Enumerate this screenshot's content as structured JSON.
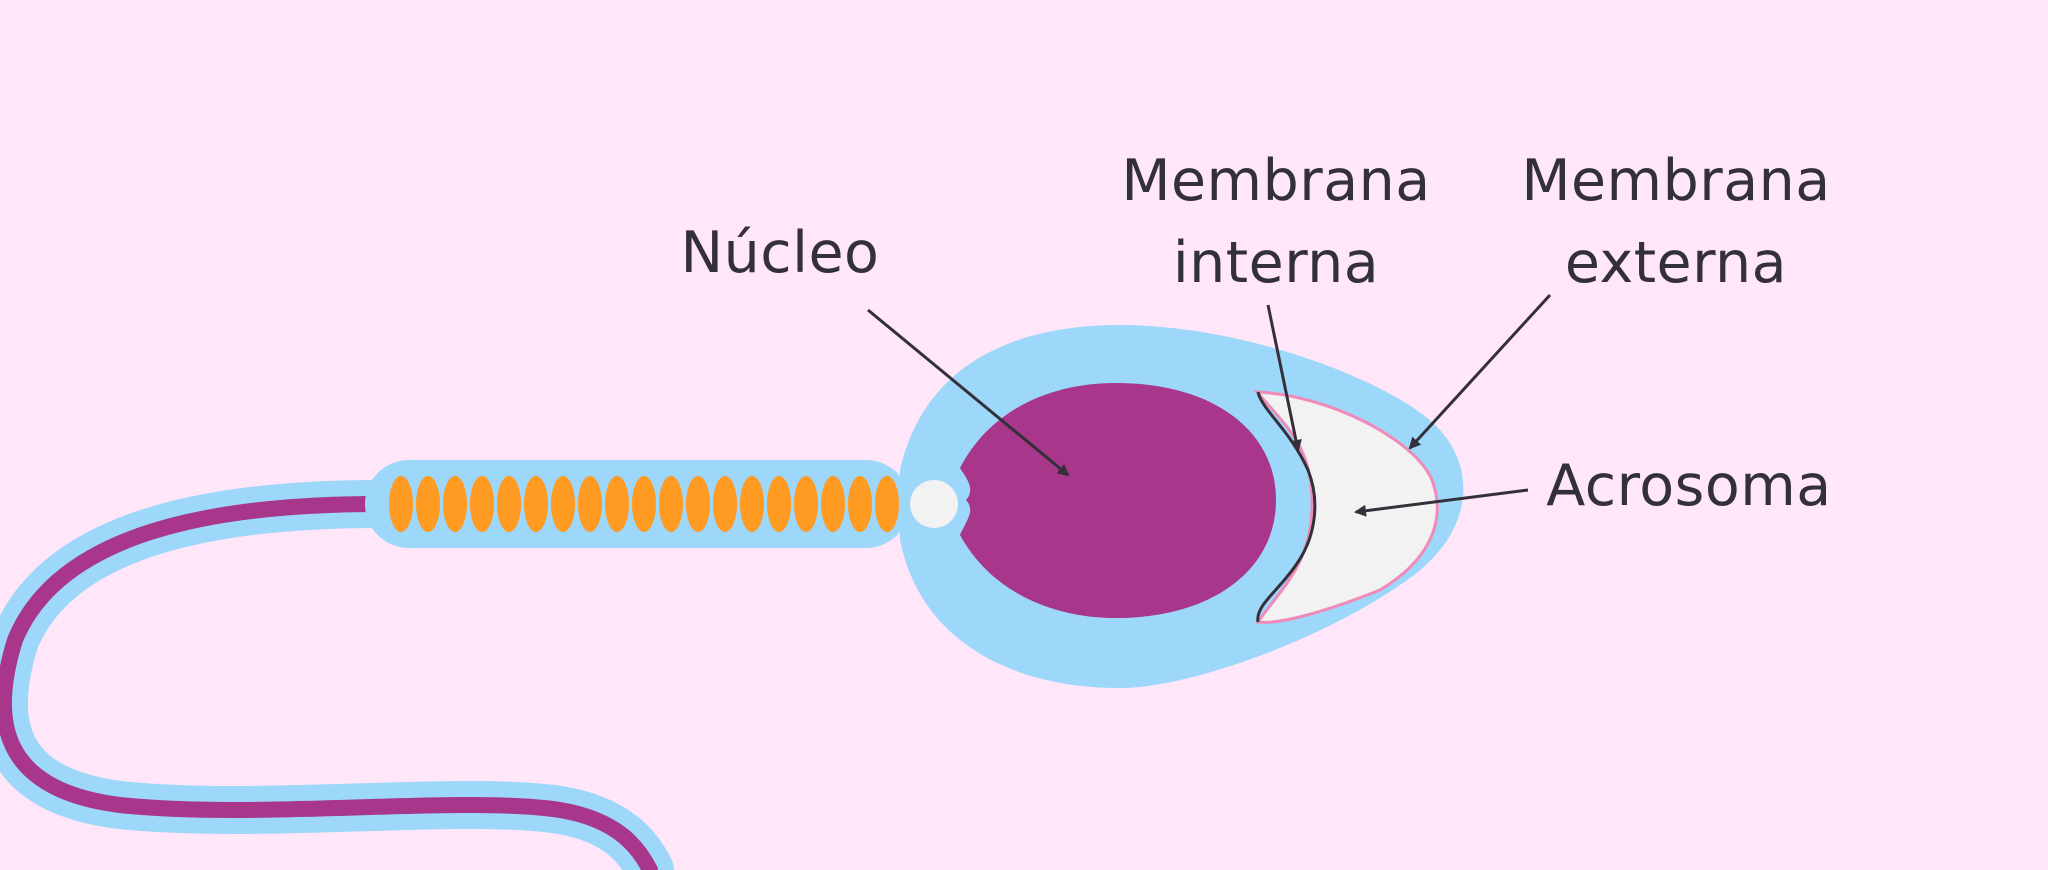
{
  "labels": {
    "nucleo": "Núcleo",
    "membrana_interna_line1": "Membrana",
    "membrana_interna_line2": "interna",
    "membrana_externa_line1": "Membrana",
    "membrana_externa_line2": "externa",
    "acrosoma": "Acrosoma"
  },
  "colors": {
    "background": "#ffe6f8",
    "membrane_blue": "#9dd8fb",
    "nucleus": "#a8368a",
    "mitochondria": "#ff9a23",
    "acrosome": "#f2f2f2",
    "acrosome_outline": "#f08ab8",
    "tail_core": "#a8368a",
    "text": "#33303a",
    "arrow": "#33303a"
  }
}
